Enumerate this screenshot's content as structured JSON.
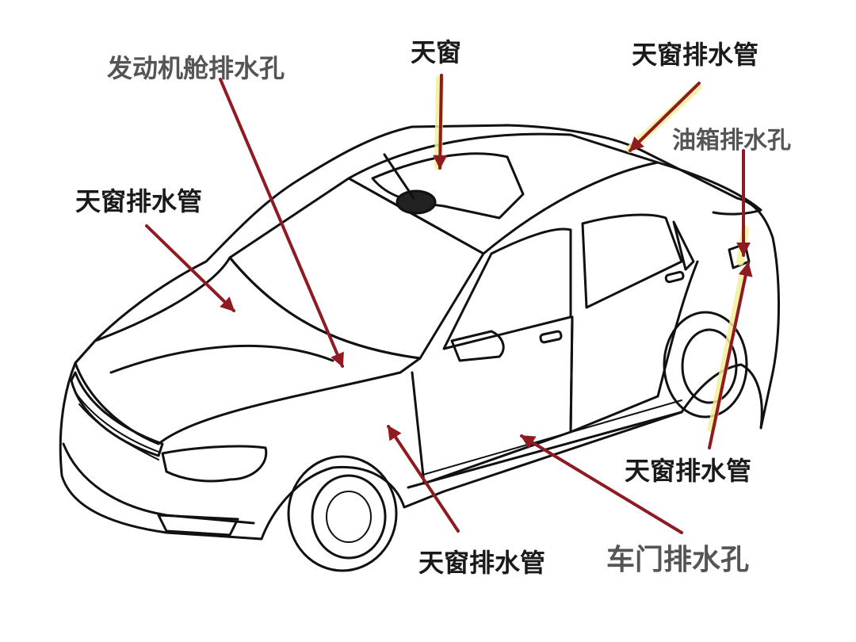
{
  "colors": {
    "arrow": "#8e1b22",
    "glow": "#f3ef9a",
    "outline": "#111111",
    "label_dark": "#1a1a1a",
    "label_gray": "#555555"
  },
  "callouts": [
    {
      "id": "engine-bay-drain-hole",
      "label": "发动机舱排水孔"
    },
    {
      "id": "sunroof",
      "label": "天窗"
    },
    {
      "id": "sunroof-drain-pipe-rear-top",
      "label": "天窗排水管"
    },
    {
      "id": "fuel-tank-drain-hole",
      "label": "油箱排水孔"
    },
    {
      "id": "sunroof-drain-pipe-front-left",
      "label": "天窗排水管"
    },
    {
      "id": "sunroof-drain-pipe-rear-right",
      "label": "天窗排水管"
    },
    {
      "id": "sunroof-drain-pipe-front-bottom",
      "label": "天窗排水管"
    },
    {
      "id": "door-drain-hole",
      "label": "车门排水孔"
    }
  ]
}
